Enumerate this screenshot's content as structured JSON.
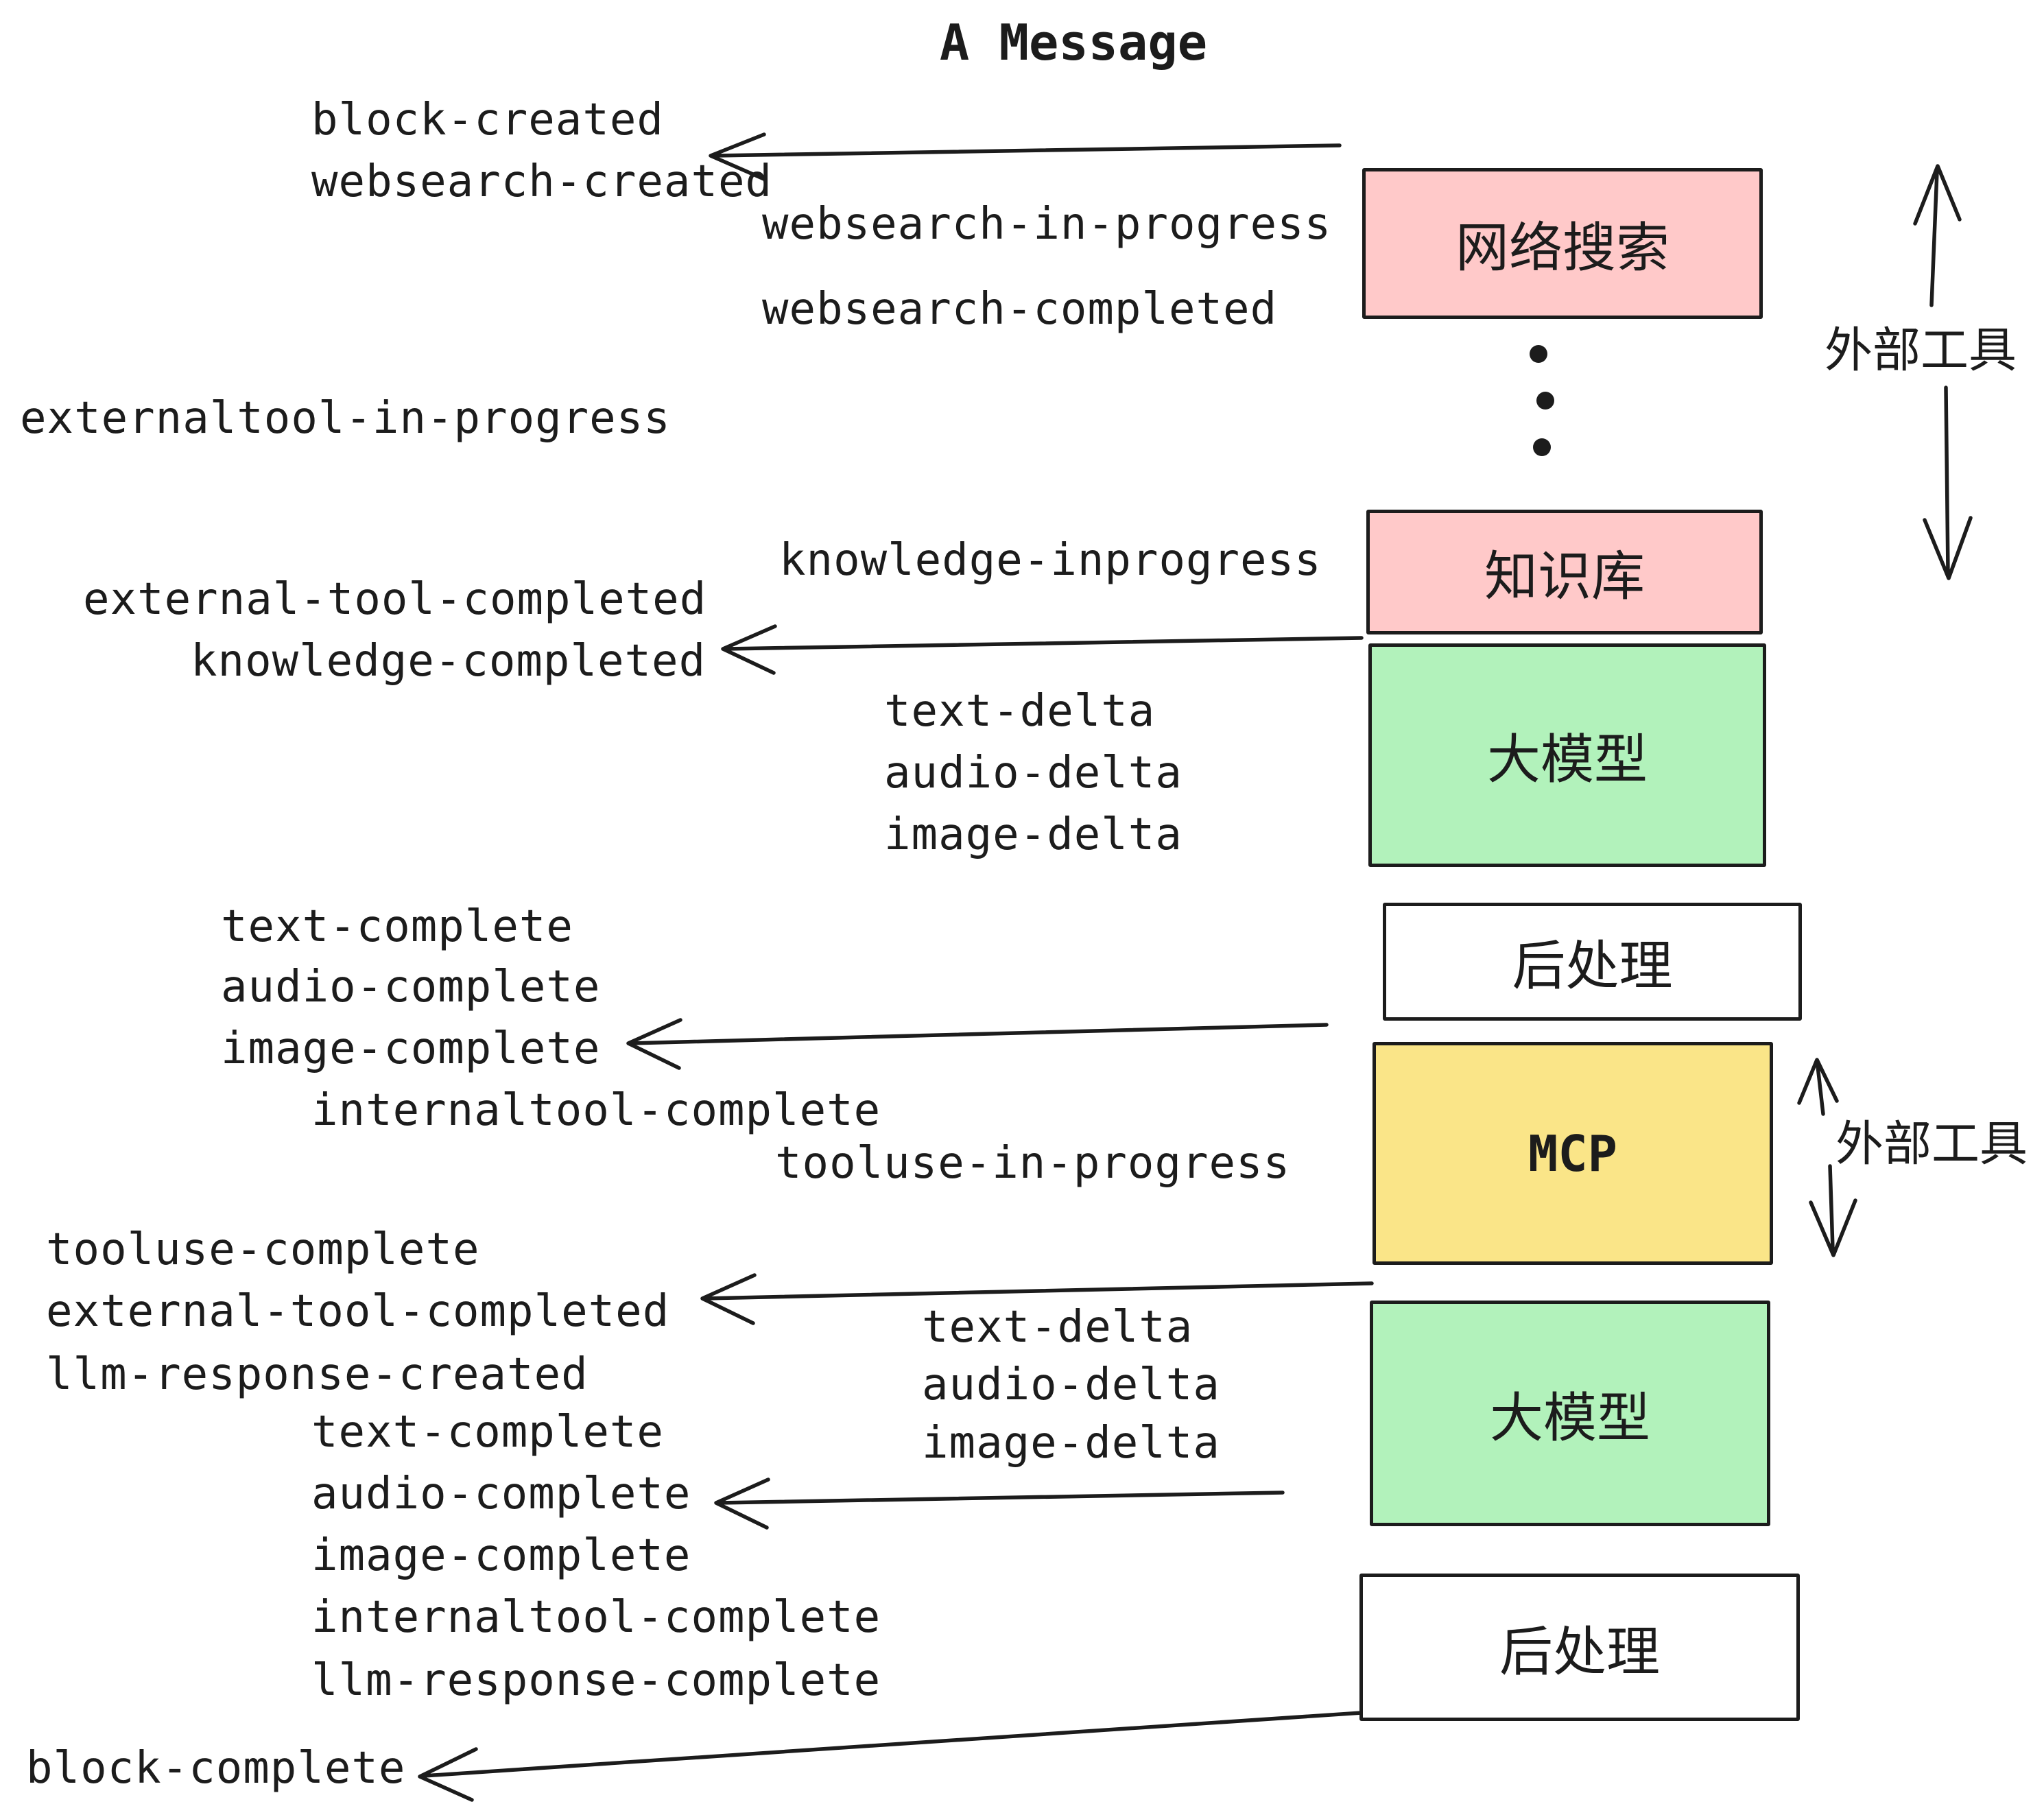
{
  "title": "A Message",
  "colors": {
    "ink": "#1C1C1C",
    "box_pink": "#FFC9C9",
    "box_green": "#B2F2BB",
    "box_yellow": "#FAE588",
    "box_white": "#FFFFFF",
    "background": "#FFFFFF"
  },
  "events": [
    {
      "label": "block-created"
    },
    {
      "label": "websearch-created"
    },
    {
      "label": "websearch-in-progress"
    },
    {
      "label": "websearch-completed"
    },
    {
      "label": "externaltool-in-progress"
    },
    {
      "label": "knowledge-inprogress"
    },
    {
      "label": "external-tool-completed"
    },
    {
      "label": "knowledge-completed"
    },
    {
      "label": "text-delta"
    },
    {
      "label": "audio-delta"
    },
    {
      "label": "image-delta"
    },
    {
      "label": "text-complete"
    },
    {
      "label": "audio-complete"
    },
    {
      "label": "image-complete"
    },
    {
      "label": "internaltool-complete"
    },
    {
      "label": "tooluse-in-progress"
    },
    {
      "label": "tooluse-complete"
    },
    {
      "label": "external-tool-completed"
    },
    {
      "label": "llm-response-created"
    },
    {
      "label": "text-delta"
    },
    {
      "label": "audio-delta"
    },
    {
      "label": "image-delta"
    },
    {
      "label": "text-complete"
    },
    {
      "label": "audio-complete"
    },
    {
      "label": "image-complete"
    },
    {
      "label": "internaltool-complete"
    },
    {
      "label": "llm-response-complete"
    },
    {
      "label": "block-complete"
    }
  ],
  "boxes": [
    {
      "label": "网络搜索",
      "fill": "#FFC9C9"
    },
    {
      "label": "知识库",
      "fill": "#FFC9C9"
    },
    {
      "label": "大模型",
      "fill": "#B2F2BB"
    },
    {
      "label": "后处理",
      "fill": "#FFFFFF"
    },
    {
      "label": "MCP",
      "fill": "#FAE588"
    },
    {
      "label": "大模型",
      "fill": "#B2F2BB"
    },
    {
      "label": "后处理",
      "fill": "#FFFFFF"
    }
  ],
  "annotations": [
    {
      "label": "外部工具"
    },
    {
      "label": "外部工具"
    }
  ],
  "icons": {
    "ellipsis": "vertical-ellipsis-dots",
    "arrow_style": "left-pointing-open-arrowhead"
  }
}
